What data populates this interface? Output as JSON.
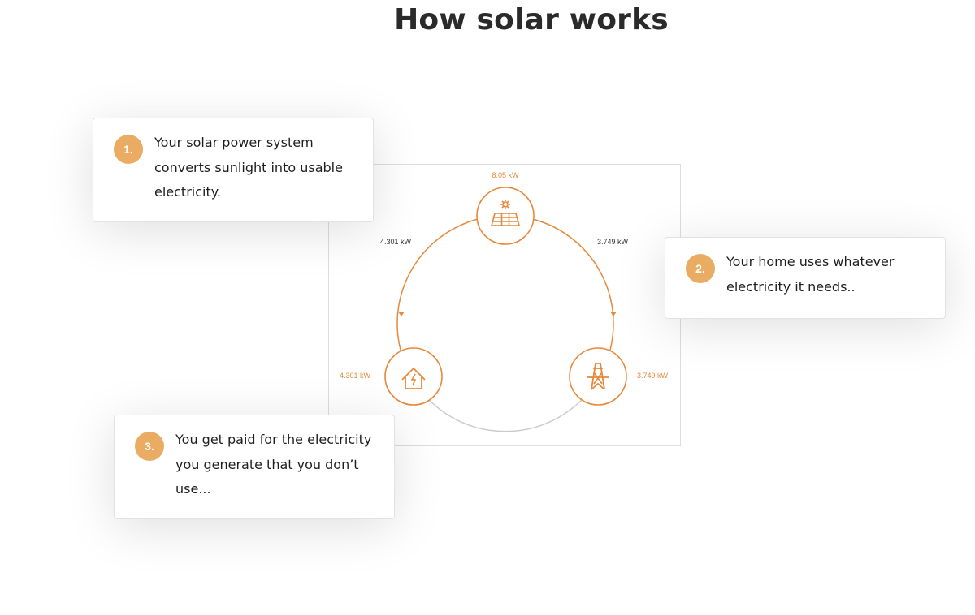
{
  "page_title": "How solar works",
  "diagram": {
    "solar_output": "8.05 kW",
    "to_home_flow": "4.301 kW",
    "to_grid_flow": "3.749 kW",
    "home_usage": "4.301 kW",
    "grid_export": "3.749 kW",
    "accent_color": "#e6893a"
  },
  "steps": [
    {
      "number": "1.",
      "text": "Your solar power system converts sunlight into usable electricity."
    },
    {
      "number": "2.",
      "text": "Your home uses whatever electricity it needs.."
    },
    {
      "number": "3.",
      "text": "You get paid for the electricity you generate that you don’t use..."
    }
  ]
}
